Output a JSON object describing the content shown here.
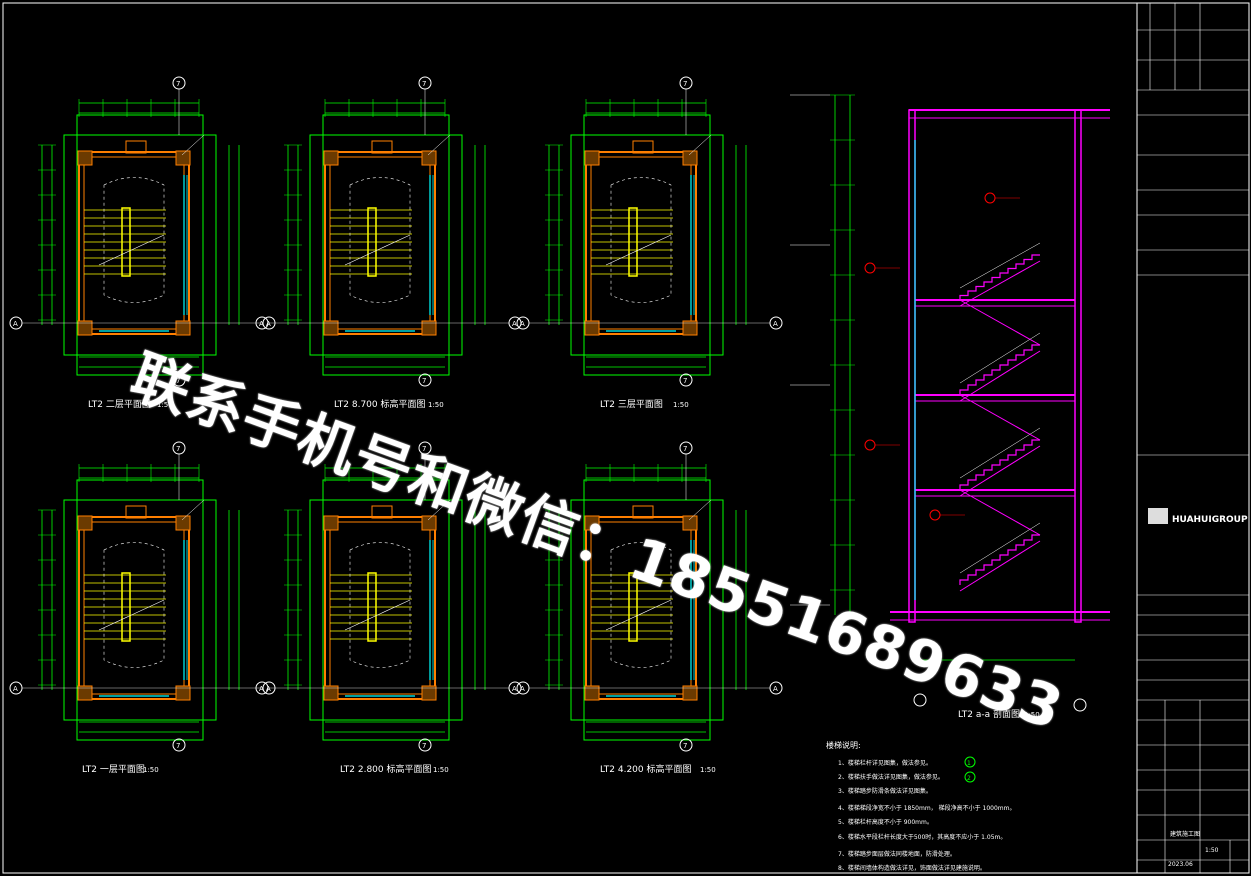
{
  "plans": [
    {
      "title": "LT2 二层平面图",
      "scale": "1:50"
    },
    {
      "title": "LT2  8.700  标高平面图",
      "scale": "1:50"
    },
    {
      "title": "LT2 三层平面图",
      "scale": "1:50"
    },
    {
      "title": "LT2 一层平面图",
      "scale": "1:50"
    },
    {
      "title": "LT2  2.800  标高平面图",
      "scale": "1:50"
    },
    {
      "title": "LT2  4.200  标高平面图",
      "scale": "1:50"
    }
  ],
  "plan_axes": {
    "top": "7",
    "left": "A",
    "right": "A",
    "bottom": "7"
  },
  "section": {
    "title": "LT2  a-a 剖面图",
    "scale": "1:50"
  },
  "notes": {
    "heading": "楼梯说明:",
    "items": [
      "1、楼梯栏杆详见图集，做法参见。",
      "2、楼梯扶手做法详见图集，做法参见。",
      "3、楼梯踏步防滑条做法详见图集。",
      "4、楼梯梯段净宽不小于   1850mm，   梯段净高不小于   1000mm。",
      "5、楼梯栏杆高度不小于   900mm。",
      "6、楼梯水平段栏杆长度大于500时，其高度不应小于   1.05m。",
      "7、楼梯踏步面层做法同楼地面，防滑处理。",
      "8、楼梯间墙体构造做法详见，饰面做法详见建施说明。"
    ],
    "ref1": "1",
    "ref2": "2"
  },
  "title_block": {
    "company_logo_text": "HUAHUIGROUP",
    "project_name": "建筑施工图",
    "sheet_no": "1:50",
    "date": "2023.06"
  },
  "watermark": "联系手机号和微信：18551689633",
  "colors": {
    "background": "#000000",
    "wall": "#ff7f00",
    "dimension": "#00ff00",
    "stair": "#ffff00",
    "section_wall": "#ff00ff",
    "window": "#00ffff",
    "annotation": "#ff0000"
  }
}
